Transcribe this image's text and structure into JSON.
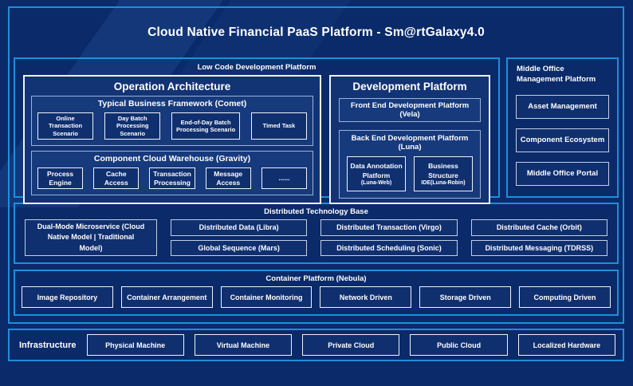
{
  "title": "Cloud Native Financial PaaS Platform - Sm@rtGalaxy4.0",
  "low_code": {
    "label": "Low Code Development Platform",
    "operation_architecture": {
      "title": "Operation Architecture",
      "comet": {
        "label": "Typical Business Framework (Comet)",
        "items": [
          "Online Transaction Scenario",
          "Day Batch Processing Scenario",
          "End-of-Day Batch Processing Scenario",
          "Timed Task"
        ]
      },
      "gravity": {
        "label": "Component Cloud Warehouse (Gravity)",
        "items": [
          "Process Engine",
          "Cache Access",
          "Transaction Processing",
          "Message Access",
          "......"
        ]
      }
    },
    "development_platform": {
      "title": "Development Platform",
      "front_end": "Front End Development Platform (Vela)",
      "back_end": {
        "label": "Back End Development Platform (Luna)",
        "items": [
          {
            "name": "Data Annotation Platform",
            "sub": "(Luna-Web)"
          },
          {
            "name": "Business Structure",
            "sub": "IDE(Luna-Robin)"
          }
        ]
      }
    }
  },
  "middle_office": {
    "label": "Middle Office Management Platform",
    "items": [
      "Asset Management",
      "Component Ecosystem",
      "Middle Office Portal"
    ]
  },
  "distributed_base": {
    "label": "Distributed Technology Base",
    "dual_mode": "Dual-Mode Microservice (Cloud Native Model | Traditional Model)",
    "columns": [
      [
        "Distributed Data (Libra)",
        "Global Sequence (Mars)"
      ],
      [
        "Distributed Transaction (Virgo)",
        "Distributed Scheduling (Sonic)"
      ],
      [
        "Distributed Cache (Orbit)",
        "Distributed Messaging (TDRSS)"
      ]
    ]
  },
  "container_platform": {
    "label": "Container Platform (Nebula)",
    "items": [
      "Image Repository",
      "Container Arrangement",
      "Container Monitoring",
      "Network Driven",
      "Storage Driven",
      "Computing Driven"
    ]
  },
  "infrastructure": {
    "label": "Infrastructure",
    "items": [
      "Physical Machine",
      "Virtual Machine",
      "Private Cloud",
      "Public Cloud",
      "Localized Hardware"
    ]
  },
  "colors": {
    "background": "#0b2a69",
    "accent_border": "#1d8fdc",
    "white_border": "#eef2f8",
    "gray_border": "#9db2d6",
    "panel": "#123374",
    "section": "#173a7d",
    "cell": "#102f6f",
    "text": "#ffffff"
  }
}
